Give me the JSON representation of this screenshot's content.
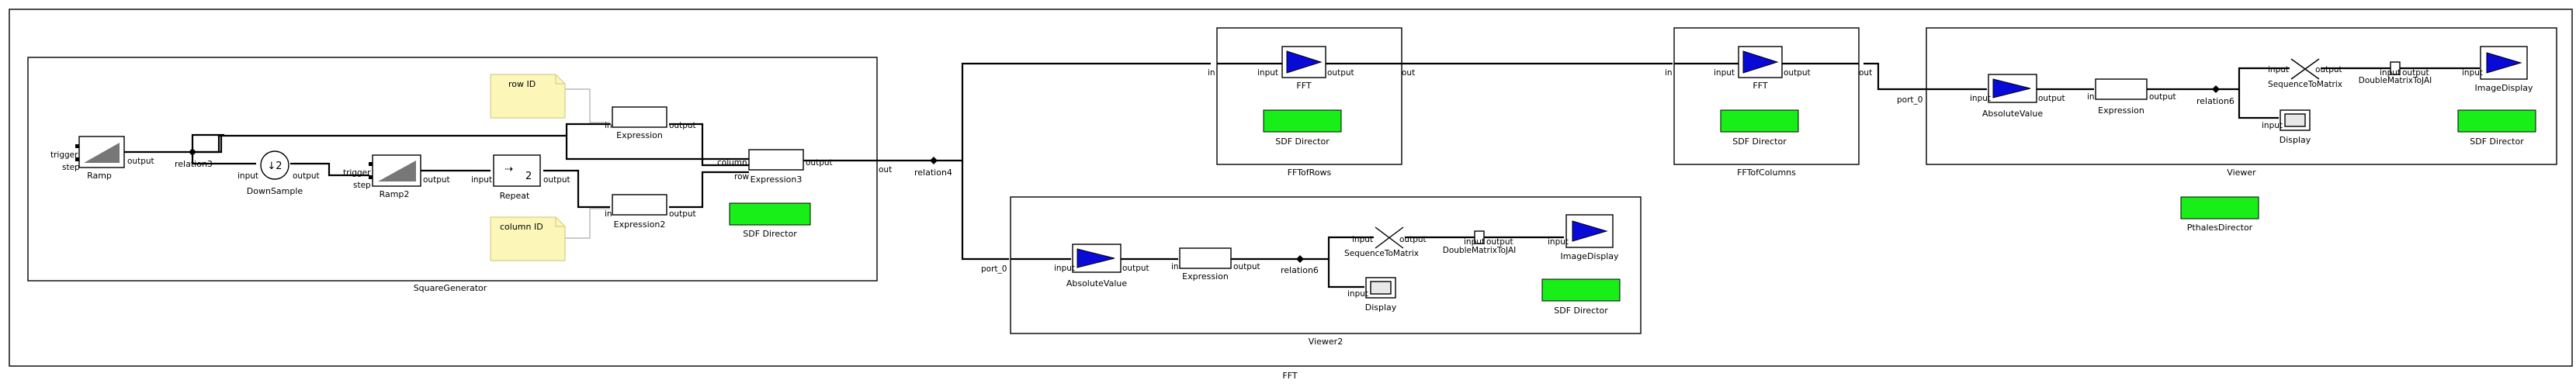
{
  "canvas": {
    "title": "FFT"
  },
  "square_generator": {
    "title": "SquareGenerator",
    "ramp": {
      "label": "Ramp",
      "port_trigger": "trigger",
      "port_step": "step",
      "port_output": "output"
    },
    "relation3": "relation3",
    "downsample": {
      "label": "DownSample",
      "glyph": "↓2",
      "port_input": "input",
      "port_output": "output"
    },
    "ramp2": {
      "label": "Ramp2",
      "port_trigger": "trigger",
      "port_step": "step",
      "port_output": "output"
    },
    "repeat": {
      "label": "Repeat",
      "glyph": "2",
      "port_input": "input",
      "port_output": "output"
    },
    "expression": {
      "label": "Expression",
      "port_in": "in",
      "port_output": "output"
    },
    "expression2": {
      "label": "Expression2",
      "port_in": "in",
      "port_output": "output"
    },
    "expression3": {
      "label": "Expression3",
      "port_column": "column",
      "port_row": "row",
      "port_output": "output"
    },
    "note_row": "row ID",
    "note_column": "column ID",
    "director": "SDF Director",
    "port_out": "out"
  },
  "relation4": "relation4",
  "fft_rows": {
    "title": "FFTofRows",
    "port_in": "in",
    "port_out": "out",
    "fft": {
      "label": "FFT",
      "port_input": "input",
      "port_output": "output"
    },
    "director": "SDF Director"
  },
  "fft_columns": {
    "title": "FFTofColumns",
    "port_in": "in",
    "port_out": "out",
    "fft": {
      "label": "FFT",
      "port_input": "input",
      "port_output": "output"
    },
    "director": "SDF Director"
  },
  "viewer": {
    "title": "Viewer",
    "port_in": "port_0",
    "absolute_value": {
      "label": "AbsoluteValue",
      "port_input": "input",
      "port_output": "output"
    },
    "expression": {
      "label": "Expression",
      "port_in": "in",
      "port_output": "output"
    },
    "relation": "relation6",
    "sequence_to_matrix": {
      "label": "SequenceToMatrix",
      "port_input": "input",
      "port_output": "output"
    },
    "double_matrix": {
      "label": "DoubleMatrixToJAI",
      "port_input": "input",
      "port_output": "output"
    },
    "image_display": {
      "label": "ImageDisplay",
      "port_input": "input"
    },
    "display": {
      "label": "Display",
      "port_input": "input"
    },
    "director": "SDF Director"
  },
  "viewer2": {
    "title": "Viewer2",
    "port_in": "port_0",
    "absolute_value": {
      "label": "AbsoluteValue",
      "port_input": "input",
      "port_output": "output"
    },
    "expression": {
      "label": "Expression",
      "port_in": "in",
      "port_output": "output"
    },
    "relation": "relation6",
    "sequence_to_matrix": {
      "label": "SequenceToMatrix",
      "port_input": "input",
      "port_output": "output"
    },
    "double_matrix": {
      "label": "DoubleMatrixToJAI",
      "port_input": "input",
      "port_output": "output"
    },
    "image_display": {
      "label": "ImageDisplay",
      "port_input": "input"
    },
    "display": {
      "label": "Display",
      "port_input": "input"
    },
    "director": "SDF Director"
  },
  "ptolemy_director": "PthalesDirector",
  "colors": {
    "director_fill": "#18ef18",
    "fft_triangle": "#0a0ad8",
    "note_fill": "#fcf6b8"
  }
}
